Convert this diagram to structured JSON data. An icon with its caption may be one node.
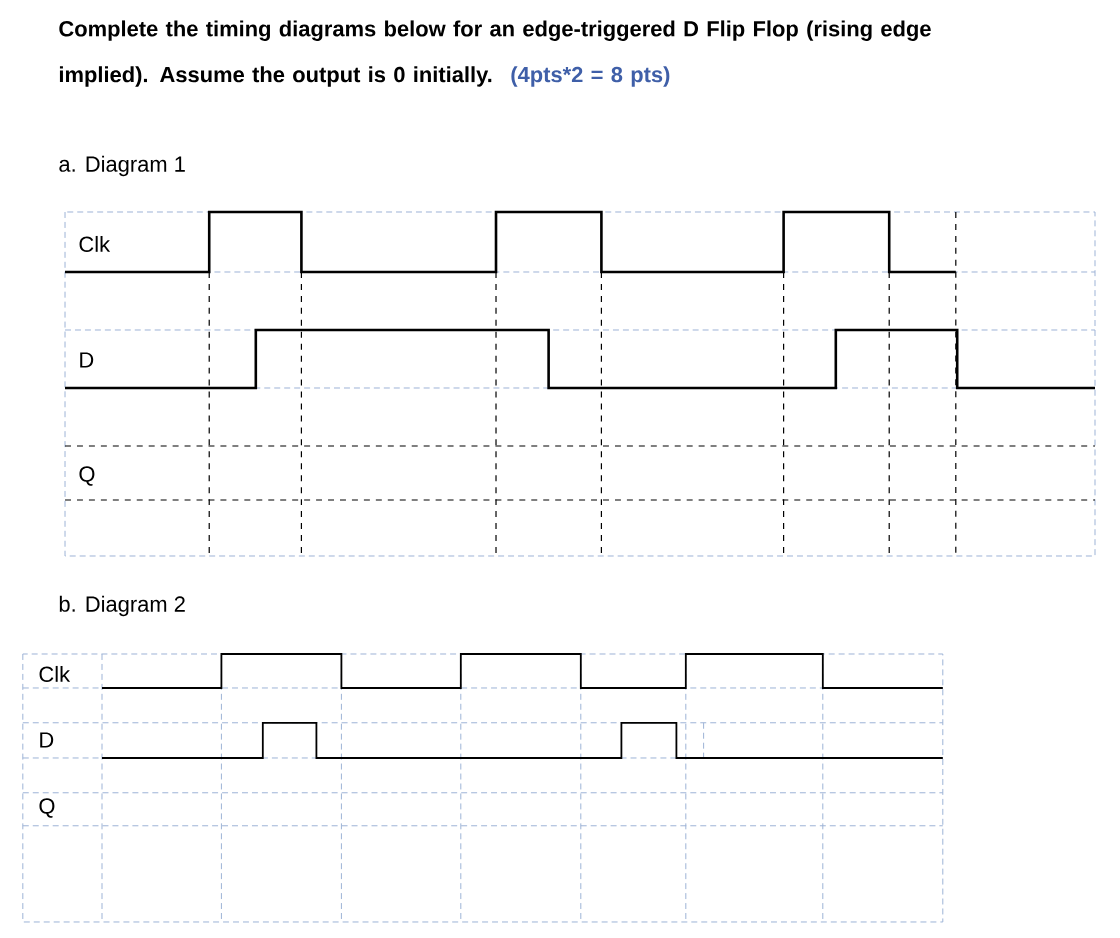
{
  "diagram": {
    "title": "Complete the timing diagrams below for an edge-triggered D Flip Flop (rising edge implied). Assume the output is 0 initially.",
    "labels": [
      "(4pts*2 = 8 pts)",
      "a. Diagram 1",
      "Clk",
      "D",
      "Q",
      "b. Diagram 2",
      "Clk",
      "D",
      "Q"
    ]
  }
}
